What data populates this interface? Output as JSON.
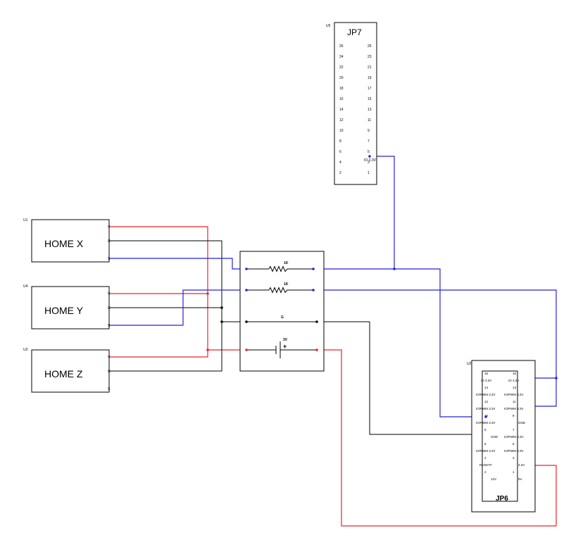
{
  "colors": {
    "vcc": "#e8262a",
    "signal": "#2323d8",
    "ground": "#000000",
    "node": "#2323d8"
  },
  "home_sensors": [
    {
      "refdes": "U1",
      "label": "HOME X",
      "pin_labels": [
        "V",
        "G",
        "S"
      ]
    },
    {
      "refdes": "U4",
      "label": "HOME Y",
      "pin_labels": [
        "V",
        "G",
        "S"
      ]
    },
    {
      "refdes": "U3",
      "label": "HOME Z",
      "pin_labels": [
        "V",
        "G",
        "S"
      ]
    }
  ],
  "circuit_board": {
    "resistor_1": "1K",
    "resistor_2": "1K",
    "ground": "G",
    "battery": "3V",
    "battery_plus": "+"
  },
  "jp7": {
    "refdes": "U5",
    "title": "JP7",
    "left_pins": [
      "26",
      "24",
      "22",
      "20",
      "18",
      "16",
      "14",
      "12",
      "10",
      "8",
      "6",
      "4",
      "2"
    ],
    "right_pins": [
      "25",
      "23",
      "21",
      "19",
      "17",
      "15",
      "13",
      "11",
      "9",
      "7",
      "5",
      "3",
      "1"
    ],
    "pin5_label": "IO 3.3V"
  },
  "jp6": {
    "refdes": "U2",
    "title": "JP6",
    "rows": [
      {
        "l_num": "16",
        "l_lbl": "IO 3.3V",
        "r_num": "15",
        "r_lbl": "IO 3.3V"
      },
      {
        "l_num": "14",
        "l_lbl": "IO/PWM 3.3V",
        "r_num": "13",
        "r_lbl": "IO/PWM 3.3V"
      },
      {
        "l_num": "12",
        "l_lbl": "IO/PWM 3.3V",
        "r_num": "11",
        "r_lbl": "IO/PWM 3.3V"
      },
      {
        "l_num": "10",
        "l_lbl": "IO/PWM 3.3V",
        "r_num": "9",
        "r_lbl": "GND"
      },
      {
        "l_num": "8",
        "l_lbl": "GND",
        "r_num": "7",
        "r_lbl": "IO/PWM 3.3V"
      },
      {
        "l_num": "6",
        "l_lbl": "IO/PWM 3.3V",
        "r_num": "5",
        "r_lbl": "IO/PWM 3.3V"
      },
      {
        "l_num": "4",
        "l_lbl": "RESET#",
        "r_num": "3",
        "r_lbl": "3.3V"
      },
      {
        "l_num": "2",
        "l_lbl": "12V",
        "r_num": "1",
        "r_lbl": "5V"
      }
    ]
  }
}
